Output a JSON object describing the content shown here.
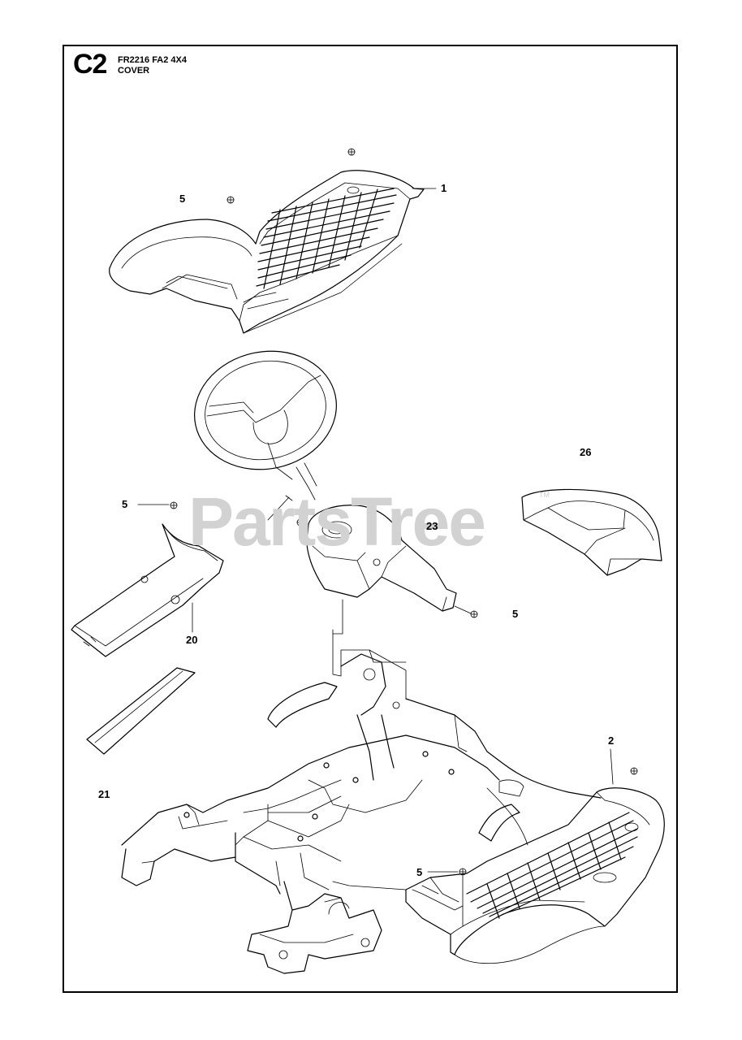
{
  "header": {
    "section_code": "C2",
    "model": "FR2216 FA2 4X4",
    "subtitle": "COVER"
  },
  "watermark": {
    "text": "PartsTree",
    "tm": "TM"
  },
  "callouts": [
    {
      "label": "1"
    },
    {
      "label": "5"
    },
    {
      "label": "26"
    },
    {
      "label": "5"
    },
    {
      "label": "23"
    },
    {
      "label": "5"
    },
    {
      "label": "20"
    },
    {
      "label": "2"
    },
    {
      "label": "21"
    },
    {
      "label": "5"
    }
  ]
}
